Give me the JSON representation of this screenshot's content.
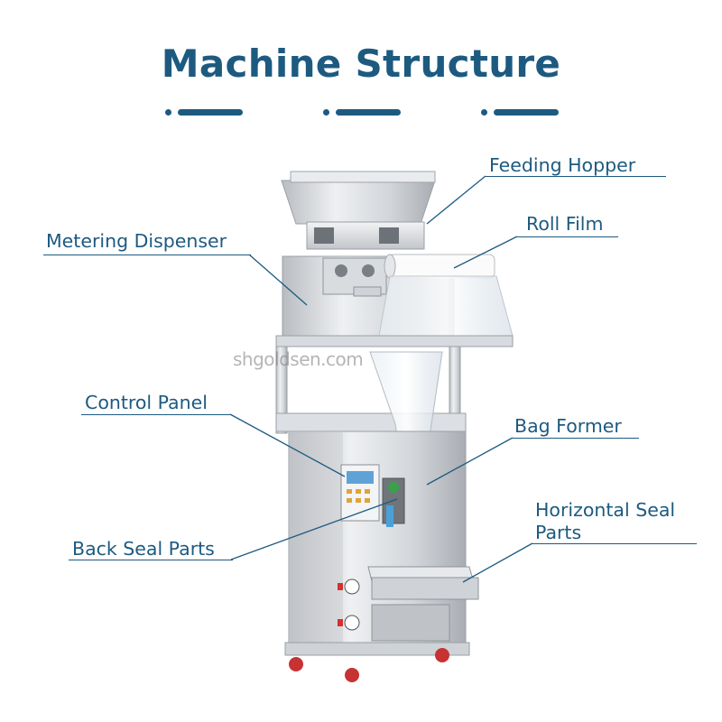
{
  "title": "Machine Structure",
  "colors": {
    "accent": "#1d5a80",
    "line": "#1d5a80"
  },
  "callouts": {
    "feeding_hopper": "Feeding Hopper",
    "roll_film": "Roll Film",
    "metering_dispenser": "Metering Dispenser",
    "control_panel": "Control Panel",
    "bag_former": "Bag Former",
    "horizontal_seal_line1": "Horizontal Seal",
    "horizontal_seal_line2": "Parts",
    "back_seal_parts": "Back Seal Parts"
  },
  "watermark": "shgoldsen.com"
}
